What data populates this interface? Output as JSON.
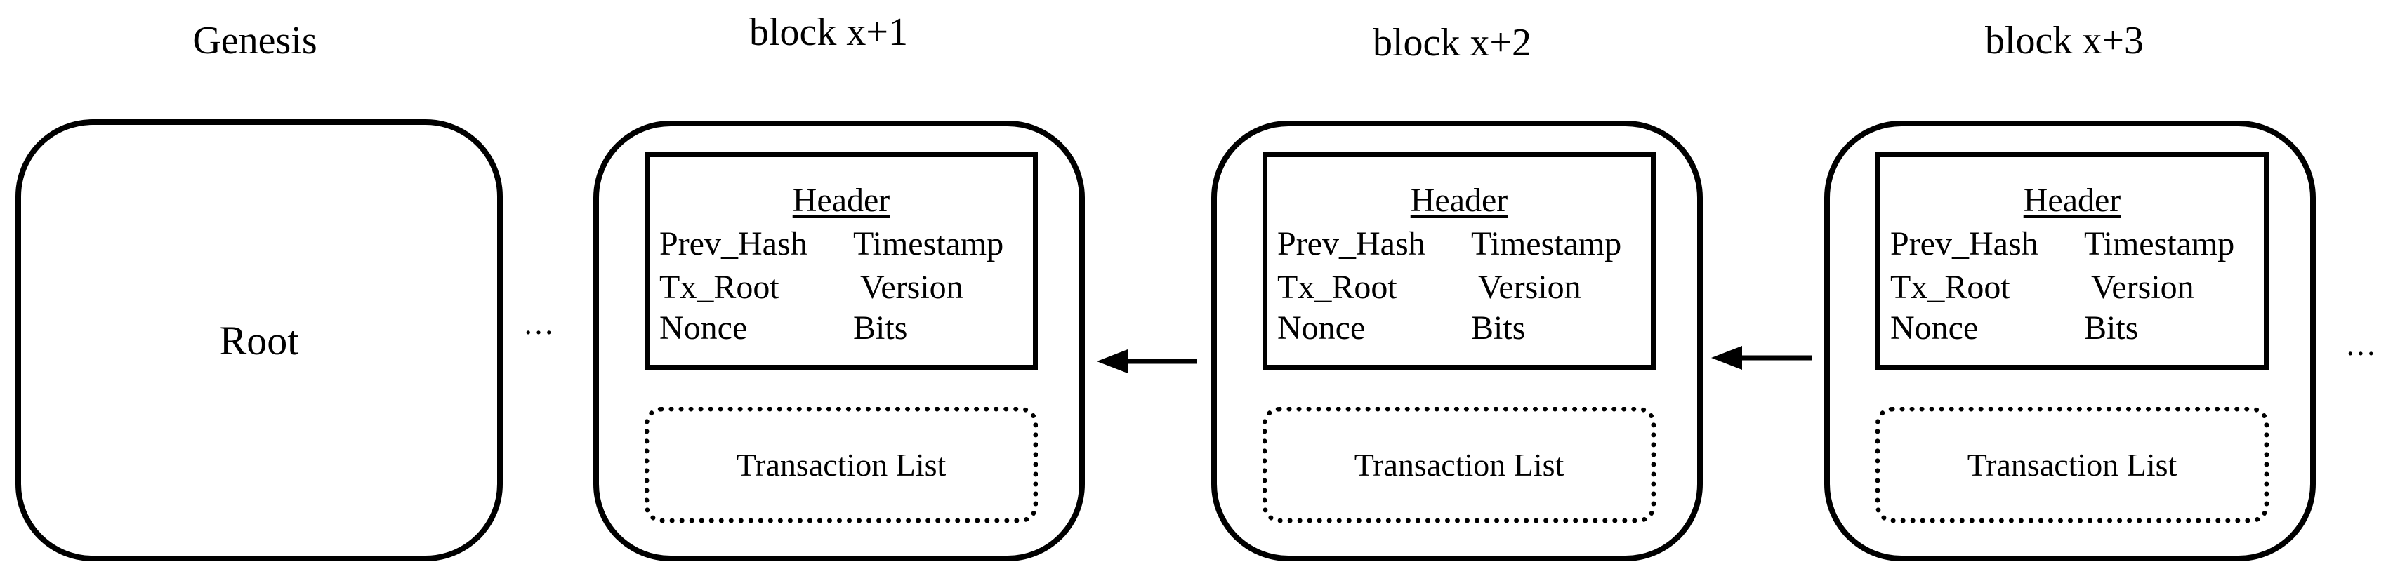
{
  "titles": {
    "genesis": "Genesis",
    "block1": "block x+1",
    "block2": "block x+2",
    "block3": "block x+3"
  },
  "genesis": {
    "label": "Root"
  },
  "block": {
    "header_title": "Header",
    "prev_hash": "Prev_Hash",
    "timestamp": "Timestamp",
    "tx_root": "Tx_Root",
    "version": "Version",
    "nonce": "Nonce",
    "bits": "Bits",
    "transaction_list": "Transaction List"
  },
  "ellipsis": "…",
  "arrow_direction": "left"
}
